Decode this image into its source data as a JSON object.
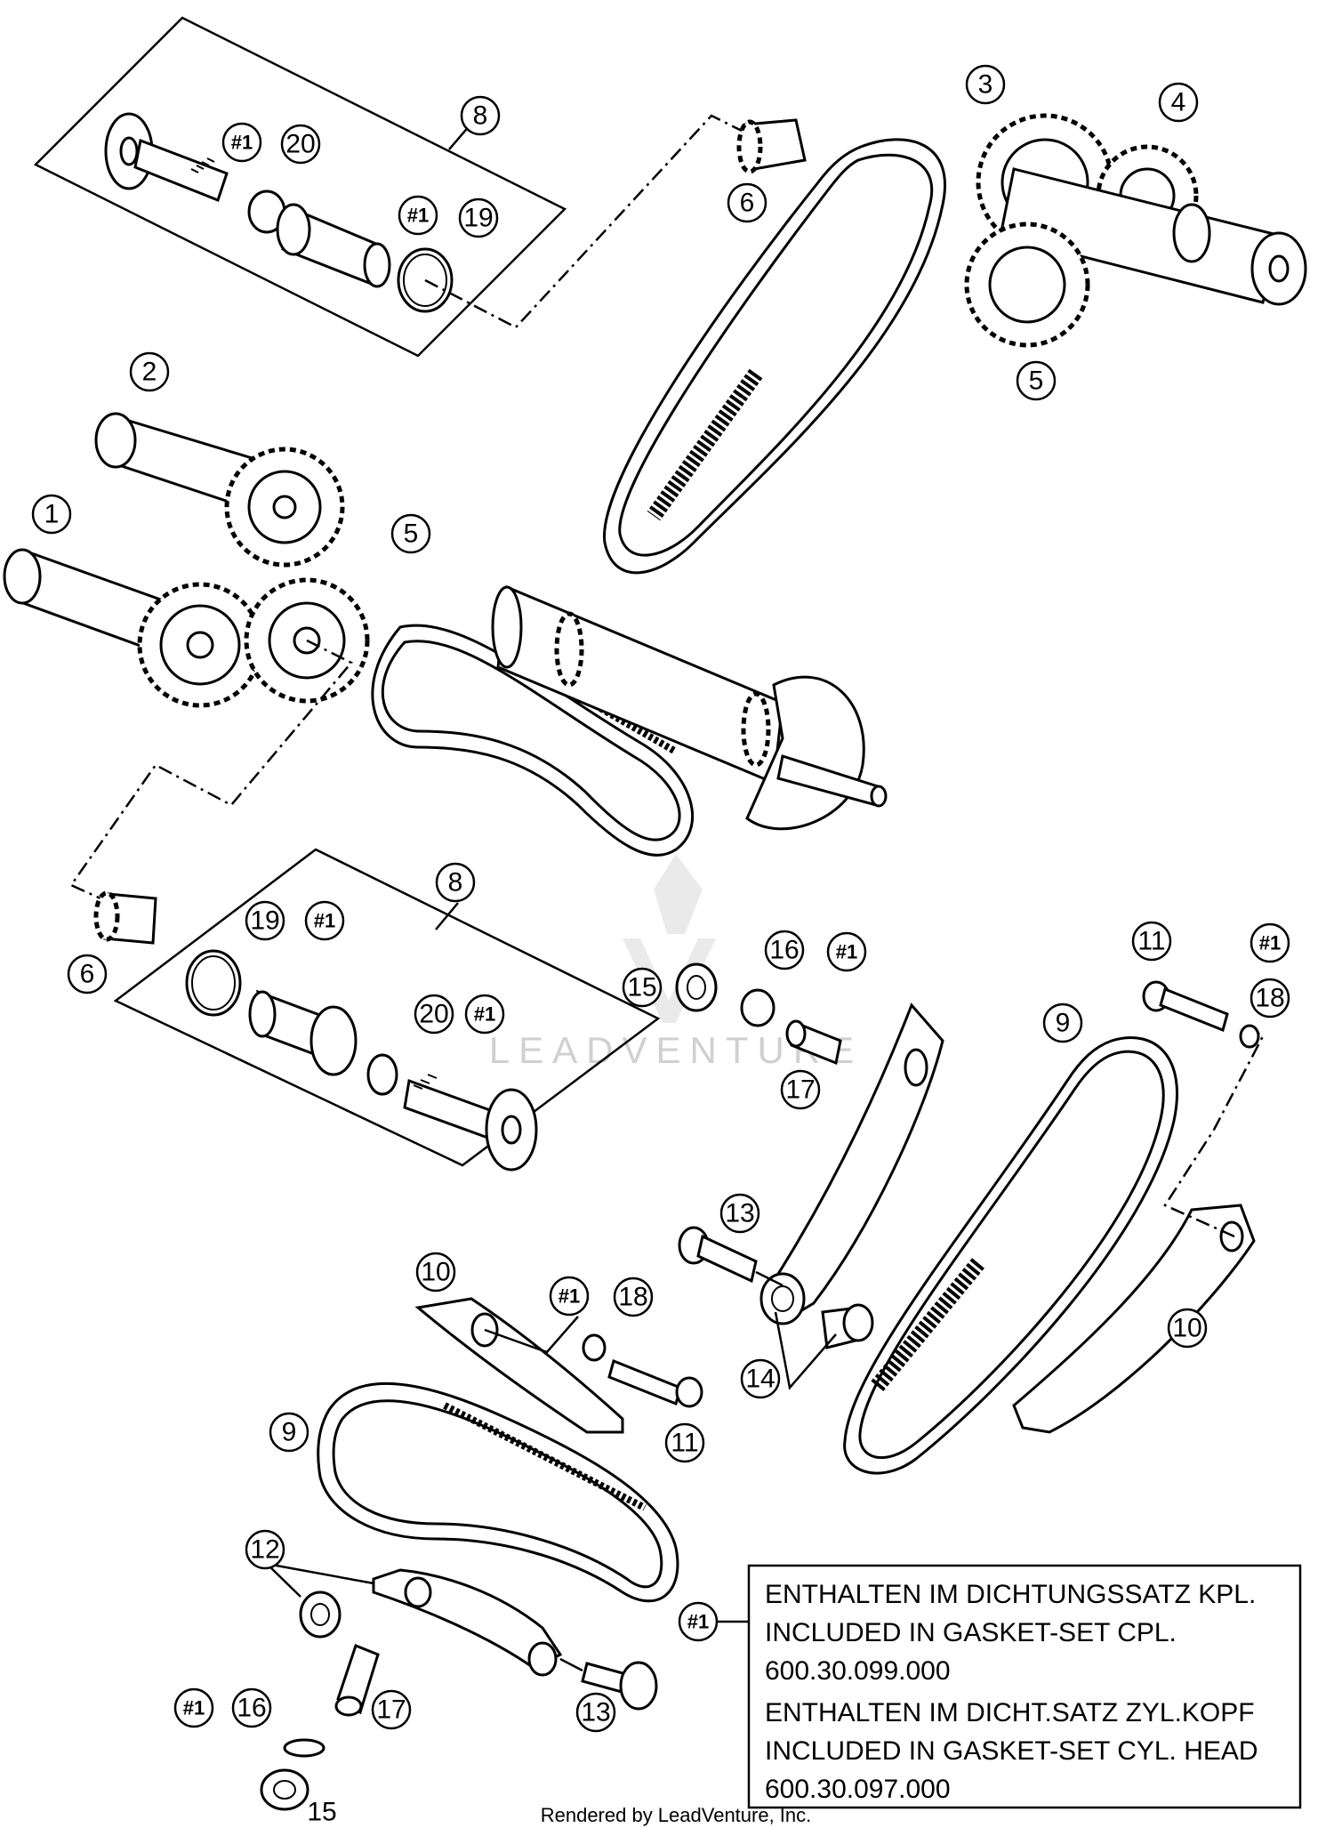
{
  "diagram": {
    "callouts": [
      {
        "id": "c1",
        "label": "1"
      },
      {
        "id": "c2",
        "label": "2"
      },
      {
        "id": "c3",
        "label": "3"
      },
      {
        "id": "c4",
        "label": "4"
      },
      {
        "id": "c5a",
        "label": "5"
      },
      {
        "id": "c5b",
        "label": "5"
      },
      {
        "id": "c6a",
        "label": "6"
      },
      {
        "id": "c6b",
        "label": "6"
      },
      {
        "id": "c8a",
        "label": "8"
      },
      {
        "id": "c8b",
        "label": "8"
      },
      {
        "id": "c9a",
        "label": "9"
      },
      {
        "id": "c9b",
        "label": "9"
      },
      {
        "id": "c10a",
        "label": "10"
      },
      {
        "id": "c10b",
        "label": "10"
      },
      {
        "id": "c11a",
        "label": "11"
      },
      {
        "id": "c11b",
        "label": "11"
      },
      {
        "id": "c12",
        "label": "12"
      },
      {
        "id": "c13a",
        "label": "13"
      },
      {
        "id": "c13b",
        "label": "13"
      },
      {
        "id": "c14",
        "label": "14"
      },
      {
        "id": "c15a",
        "label": "15"
      },
      {
        "id": "c15b",
        "label": "15"
      },
      {
        "id": "c16a",
        "label": "16"
      },
      {
        "id": "c16b",
        "label": "16"
      },
      {
        "id": "c17a",
        "label": "17"
      },
      {
        "id": "c17b",
        "label": "17"
      },
      {
        "id": "c18a",
        "label": "18"
      },
      {
        "id": "c18b",
        "label": "18"
      },
      {
        "id": "c19a",
        "label": "19"
      },
      {
        "id": "c19b",
        "label": "19"
      },
      {
        "id": "c20a",
        "label": "20"
      },
      {
        "id": "c20b",
        "label": "20"
      },
      {
        "id": "h1",
        "label": "#1"
      },
      {
        "id": "h2",
        "label": "#1"
      },
      {
        "id": "h3",
        "label": "#1"
      },
      {
        "id": "h4",
        "label": "#1"
      },
      {
        "id": "h5",
        "label": "#1"
      },
      {
        "id": "h6",
        "label": "#1"
      },
      {
        "id": "h7",
        "label": "#1"
      },
      {
        "id": "h8",
        "label": "#1"
      },
      {
        "id": "h9",
        "label": "#1"
      }
    ]
  },
  "note": {
    "marker": "#1",
    "lines": [
      "ENTHALTEN IM DICHTUNGSSATZ KPL.",
      "INCLUDED IN GASKET-SET CPL.",
      "600.30.099.000",
      "ENTHALTEN IM DICHT.SATZ ZYL.KOPF",
      "INCLUDED IN GASKET-SET CYL. HEAD",
      "600.30.097.000"
    ]
  },
  "watermark": {
    "text": "LEADVENTURE"
  },
  "footer": {
    "text": "Rendered by LeadVenture, Inc."
  }
}
